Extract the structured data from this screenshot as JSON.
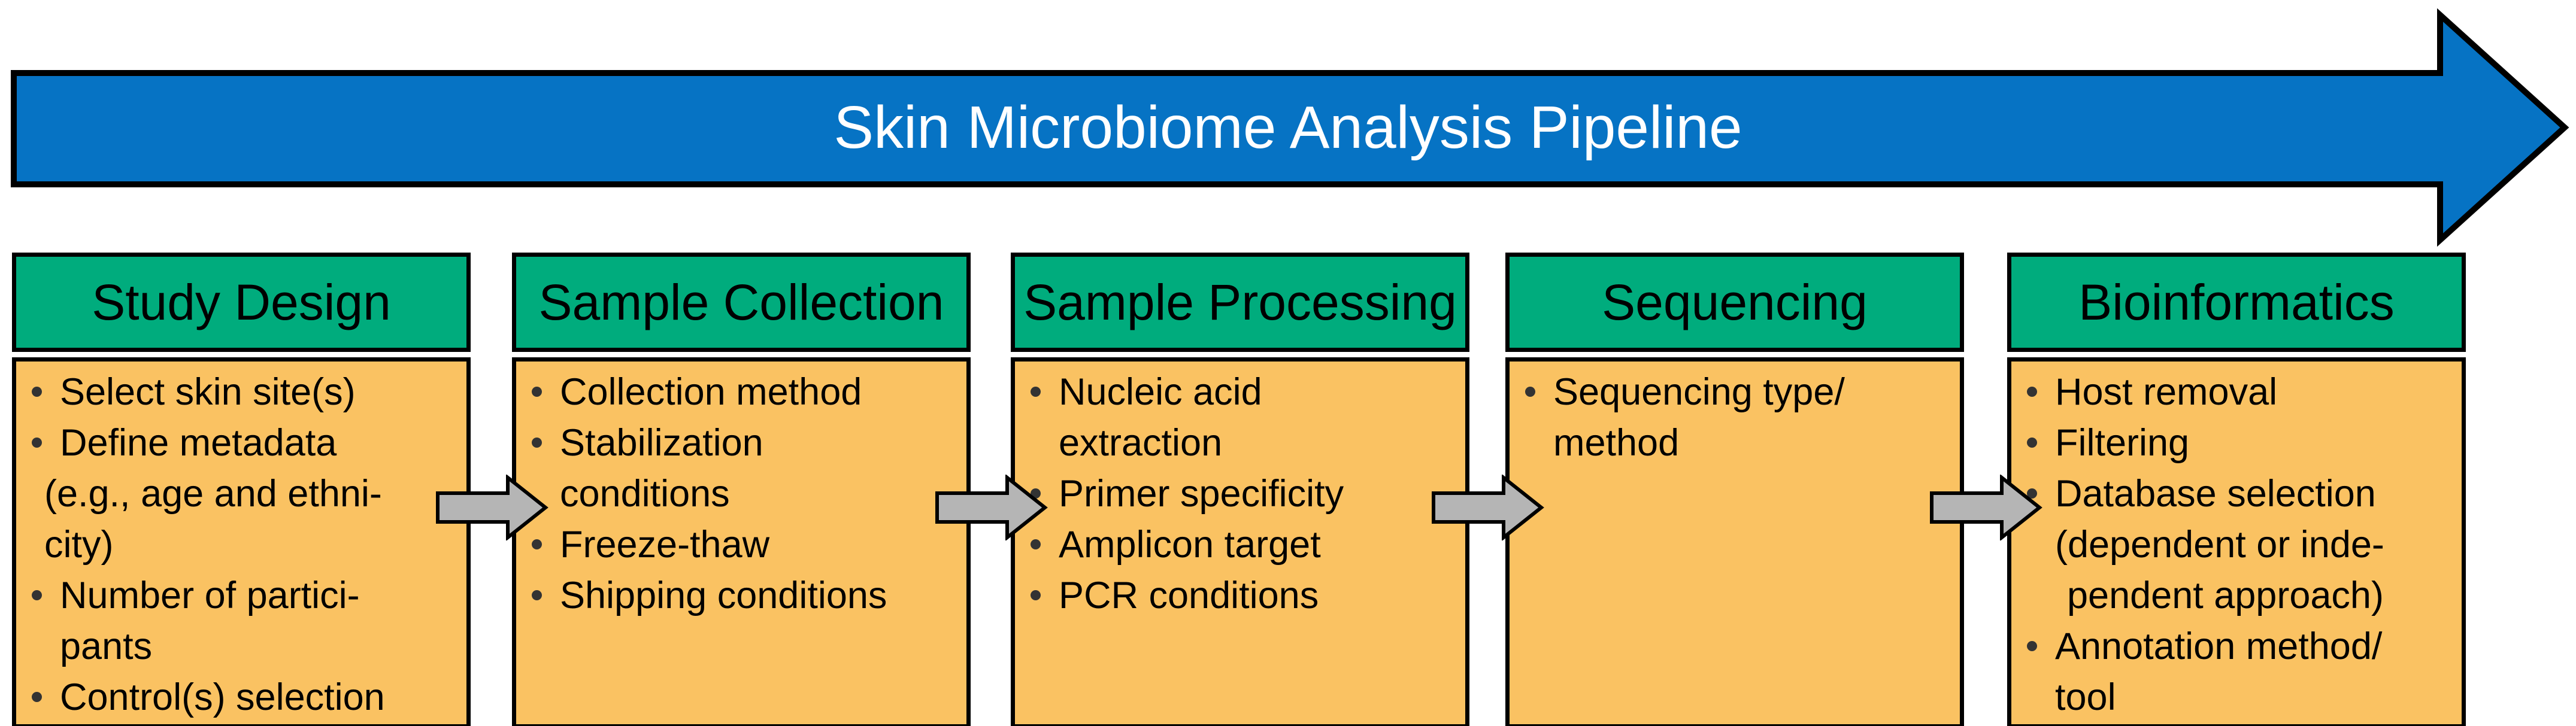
{
  "banner": {
    "title": "Skin Microbiome Analysis Pipeline"
  },
  "colors": {
    "banner_blue": "#0673C4",
    "header_green": "#00AC7D",
    "body_orange": "#FAC262",
    "connector_gray": "#B5B5B5",
    "outline_black": "#000000",
    "title_white": "#FFFFFF",
    "bullet_dot": "#333333"
  },
  "connector_icon": "right-arrow",
  "stages": [
    {
      "title": "Study Design",
      "lines": [
        {
          "indent": "bullet",
          "text": "Select skin site(s)"
        },
        {
          "indent": "bullet",
          "text": "Define metadata"
        },
        {
          "indent": "outdent",
          "text": "(e.g., age and ethni-"
        },
        {
          "indent": "outdent",
          "text": "city)"
        },
        {
          "indent": "bullet",
          "text": "Number of partici-"
        },
        {
          "indent": "text",
          "text": "pants"
        },
        {
          "indent": "bullet",
          "text": "Control(s) selection"
        }
      ]
    },
    {
      "title": "Sample Collection",
      "lines": [
        {
          "indent": "bullet",
          "text": "Collection method"
        },
        {
          "indent": "bullet",
          "text": "Stabilization"
        },
        {
          "indent": "text",
          "text": "conditions"
        },
        {
          "indent": "bullet",
          "text": "Freeze-thaw"
        },
        {
          "indent": "bullet",
          "text": "Shipping conditions"
        }
      ]
    },
    {
      "title": "Sample Processing",
      "lines": [
        {
          "indent": "bullet",
          "text": "Nucleic acid"
        },
        {
          "indent": "text",
          "text": "extraction"
        },
        {
          "indent": "bullet",
          "text": "Primer specificity"
        },
        {
          "indent": "bullet",
          "text": "Amplicon target"
        },
        {
          "indent": "bullet",
          "text": "PCR conditions"
        }
      ]
    },
    {
      "title": "Sequencing",
      "lines": [
        {
          "indent": "bullet",
          "text": "Sequencing type/"
        },
        {
          "indent": "text",
          "text": "method"
        }
      ]
    },
    {
      "title": "Bioinformatics",
      "lines": [
        {
          "indent": "bullet",
          "text": "Host removal"
        },
        {
          "indent": "bullet",
          "text": "Filtering"
        },
        {
          "indent": "bullet",
          "text": "Database selection"
        },
        {
          "indent": "text",
          "text": "(dependent or inde-"
        },
        {
          "indent": "deep",
          "text": "pendent approach)"
        },
        {
          "indent": "bullet",
          "text": "Annotation method/"
        },
        {
          "indent": "text",
          "text": "tool"
        }
      ]
    }
  ]
}
